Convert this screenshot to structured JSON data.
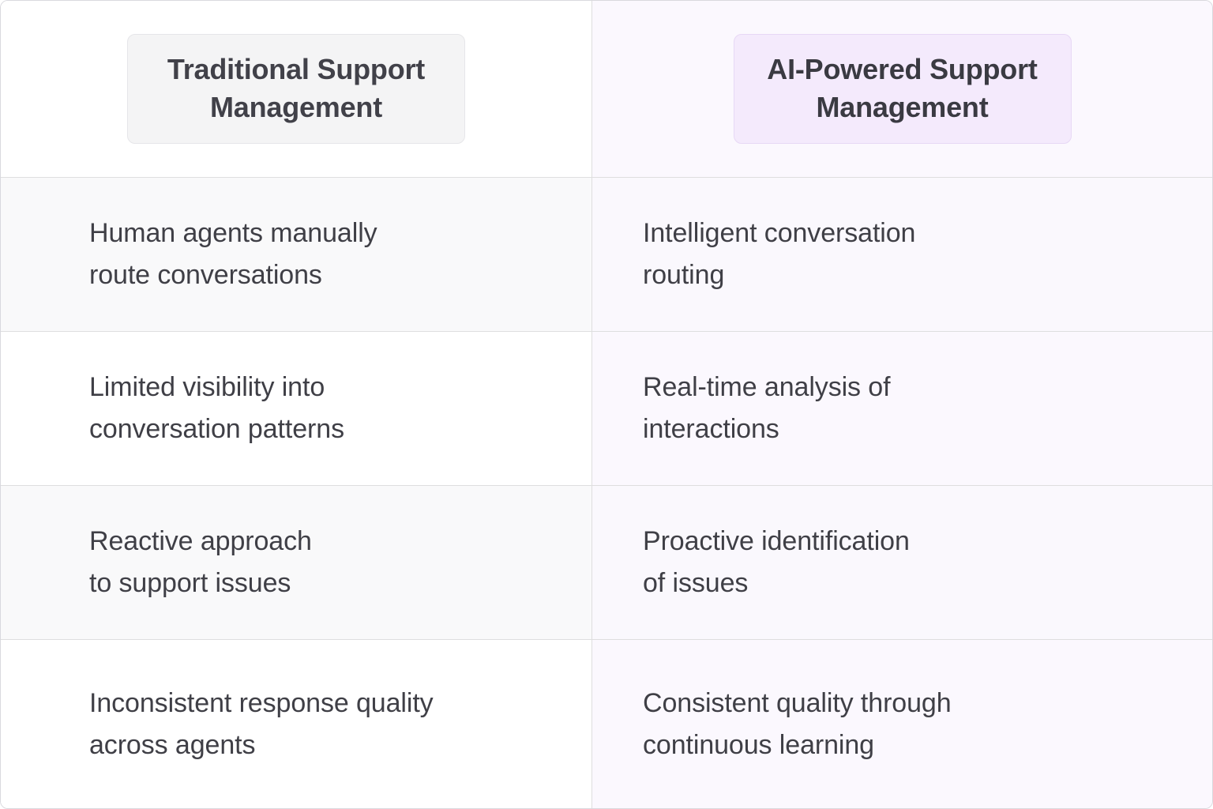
{
  "table": {
    "columns": [
      {
        "id": "traditional",
        "header": "Traditional Support\nManagement",
        "accent": "#f4f4f5",
        "border": "#e6e6e9"
      },
      {
        "id": "ai",
        "header": "AI-Powered Support\nManagement",
        "accent": "#f4eafc",
        "border": "#e7d8f5"
      }
    ],
    "rows": [
      {
        "traditional": "Human agents manually\nroute conversations",
        "ai": "Intelligent conversation\nrouting"
      },
      {
        "traditional": "Limited visibility into\nconversation patterns",
        "ai": "Real-time analysis of\ninteractions"
      },
      {
        "traditional": "Reactive approach\nto support issues",
        "ai": "Proactive identification\nof issues"
      },
      {
        "traditional": "Inconsistent response quality\nacross agents",
        "ai": "Consistent quality through\ncontinuous learning"
      }
    ]
  },
  "colors": {
    "text": "#3f3f46",
    "header_text": "#414149",
    "row_divider": "#dededf",
    "shaded_left": "#f9f9fa",
    "right_column_tint": "#fbf8fe"
  }
}
